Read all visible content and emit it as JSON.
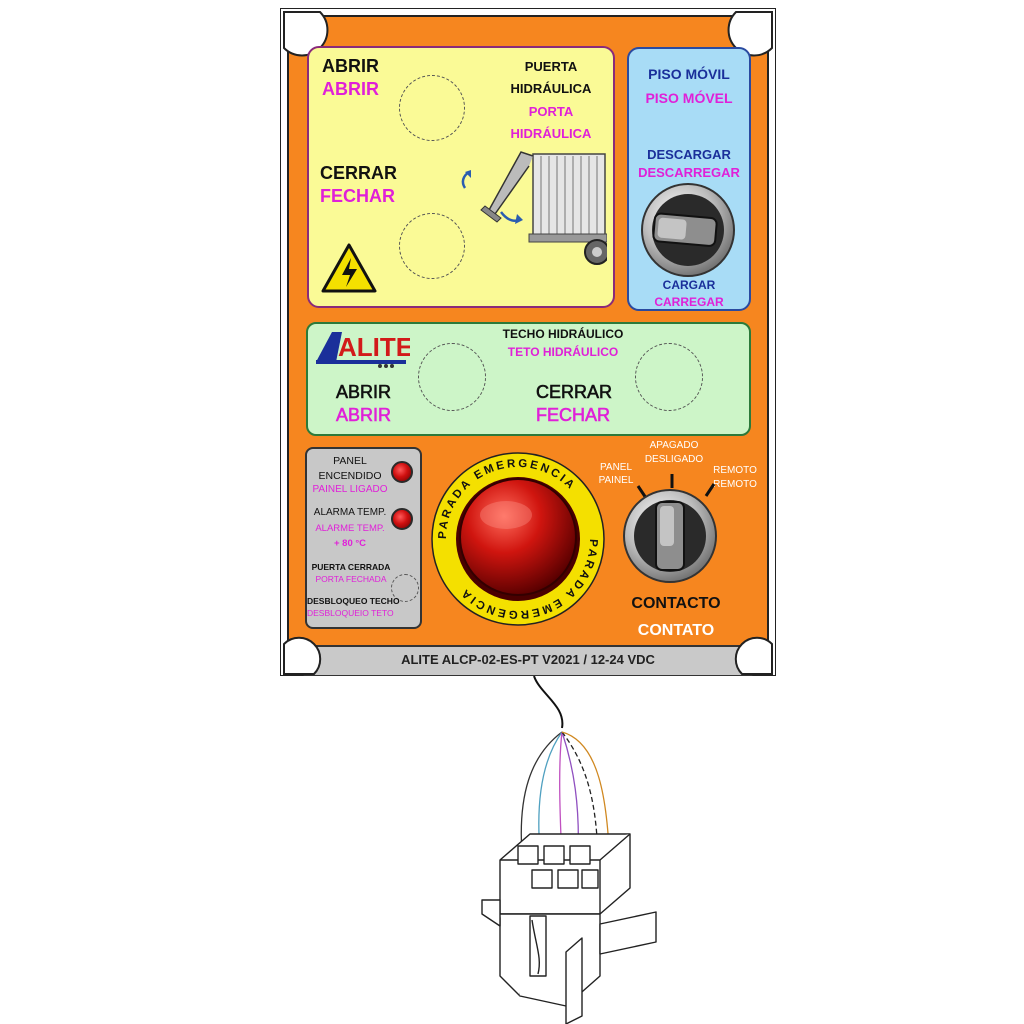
{
  "colors": {
    "panel_orange": "#f6861f",
    "yellow_zone": "#fafa96",
    "blue_zone": "#a8dcf6",
    "green_zone": "#cdf5c8",
    "gray_zone": "#c8c8c8",
    "magenta_text": "#e020d8",
    "navy_text": "#1a2f9a",
    "emergency_red": "#d0150f",
    "emergency_yellow": "#f4e000"
  },
  "door_section": {
    "open_es": "ABRIR",
    "open_pt": "ABRIR",
    "close_es": "CERRAR",
    "close_pt": "FECHAR",
    "title_es_line1": "PUERTA",
    "title_es_line2": "HIDRÁULICA",
    "title_pt_line1": "PORTA",
    "title_pt_line2": "HIDRÁULICA",
    "warning_icon": "high-voltage-warning-icon",
    "illustration_icon": "truck-hydraulic-door-icon"
  },
  "floor_section": {
    "title_es": "PISO MÓVIL",
    "title_pt": "PISO MÓVEL",
    "unload_es": "DESCARGAR",
    "unload_pt": "DESCARREGAR",
    "load_es": "CARGAR",
    "load_pt": "CARREGAR",
    "switch_icon": "rotary-switch-icon"
  },
  "roof_section": {
    "logo": "ALITE",
    "title_es": "TECHO HIDRÁULICO",
    "title_pt": "TETO HIDRÁULICO",
    "open_es": "ABRIR",
    "open_pt": "ABRIR",
    "close_es": "CERRAR",
    "close_pt": "FECHAR"
  },
  "status_section": {
    "panel_on_es_line1": "PANEL",
    "panel_on_es_line2": "ENCENDIDO",
    "panel_on_pt": "PAINEL LIGADO",
    "temp_alarm_es": "ALARMA TEMP.",
    "temp_alarm_pt": "ALARME TEMP.",
    "temp_value": "+ 80 °C",
    "door_closed_es": "PUERTA CERRADA",
    "door_closed_pt": "PORTA FECHADA",
    "roof_unlock_es": "DESBLOQUEO TECHO",
    "roof_unlock_pt": "DESBLOQUEIO TETO"
  },
  "emergency": {
    "ring_text": "PARADA EMERGENCIA"
  },
  "contact_section": {
    "off_es": "APAGADO",
    "off_pt": "DESLIGADO",
    "panel_es": "PANEL",
    "panel_pt": "PAINEL",
    "remote_es": "REMOTO",
    "remote_pt": "REMOTO",
    "title_es": "CONTACTO",
    "title_pt": "CONTATO"
  },
  "footer": {
    "model": "ALITE ALCP-02-ES-PT V2021 / 12-24 VDC"
  },
  "connector": {
    "icon": "six-pin-connector-icon"
  }
}
